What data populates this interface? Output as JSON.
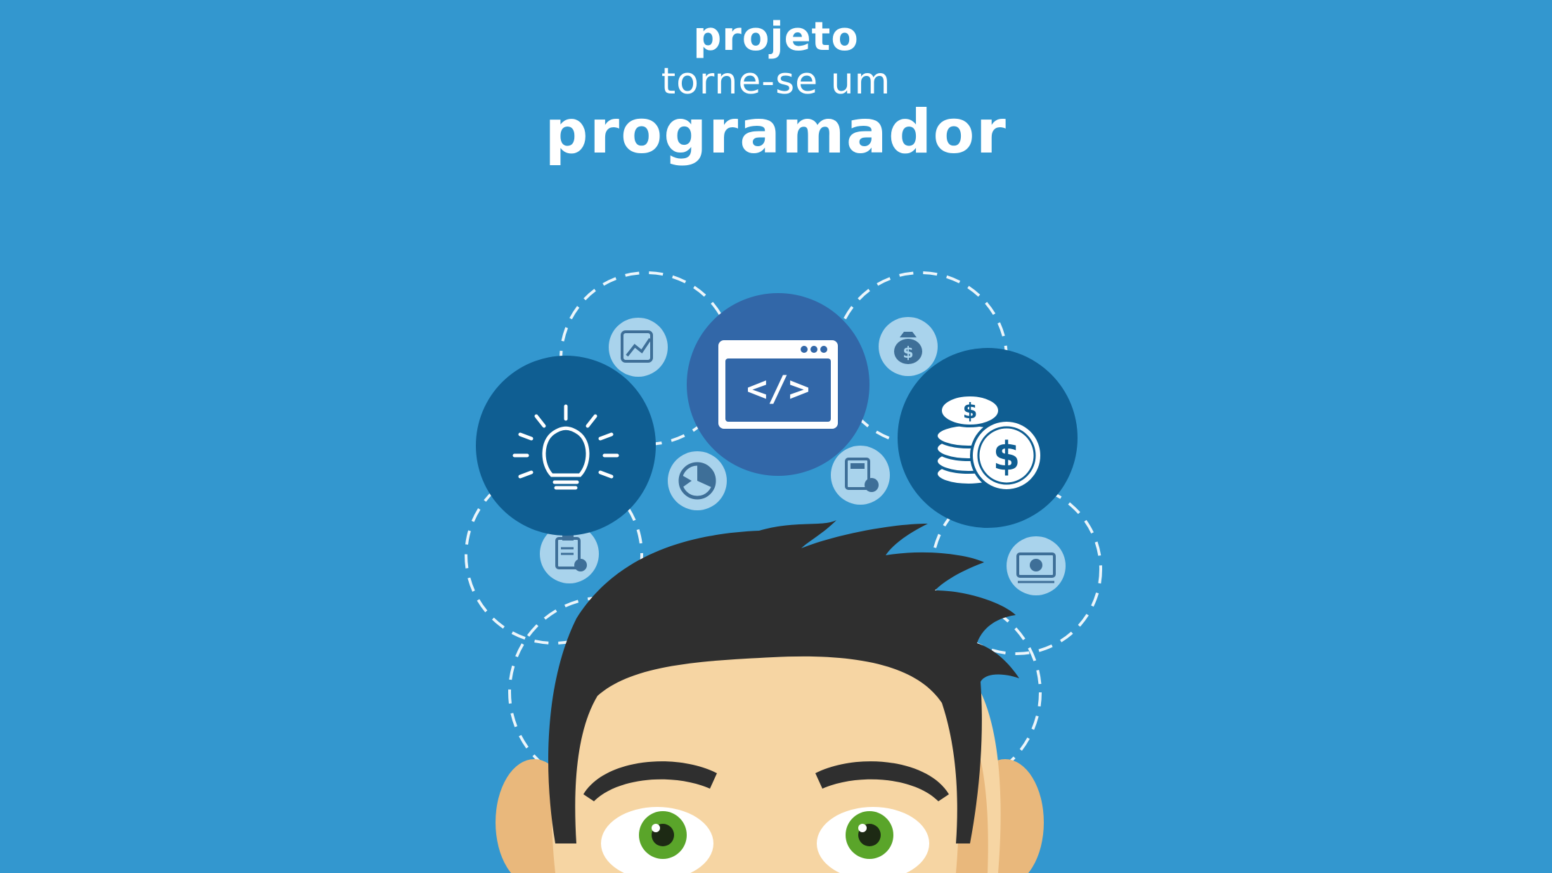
{
  "title": {
    "line1": "projeto",
    "line2": "torne-se um",
    "line3": "programador"
  },
  "colors": {
    "background": "#3397cf",
    "dark_circle": "#0f5e92",
    "mid_circle": "#3267a8",
    "small_circle": "#a9d3ec",
    "hair": "#2f2f2f",
    "skin": "#f6d5a3",
    "iris": "#5aa52a",
    "white": "#ffffff"
  },
  "icons": [
    "lightbulb-icon",
    "code-window-icon",
    "coins-dollar-icon",
    "chart-icon",
    "money-bag-icon",
    "pie-chart-icon",
    "calculator-icon",
    "clipboard-icon",
    "banknote-icon"
  ]
}
